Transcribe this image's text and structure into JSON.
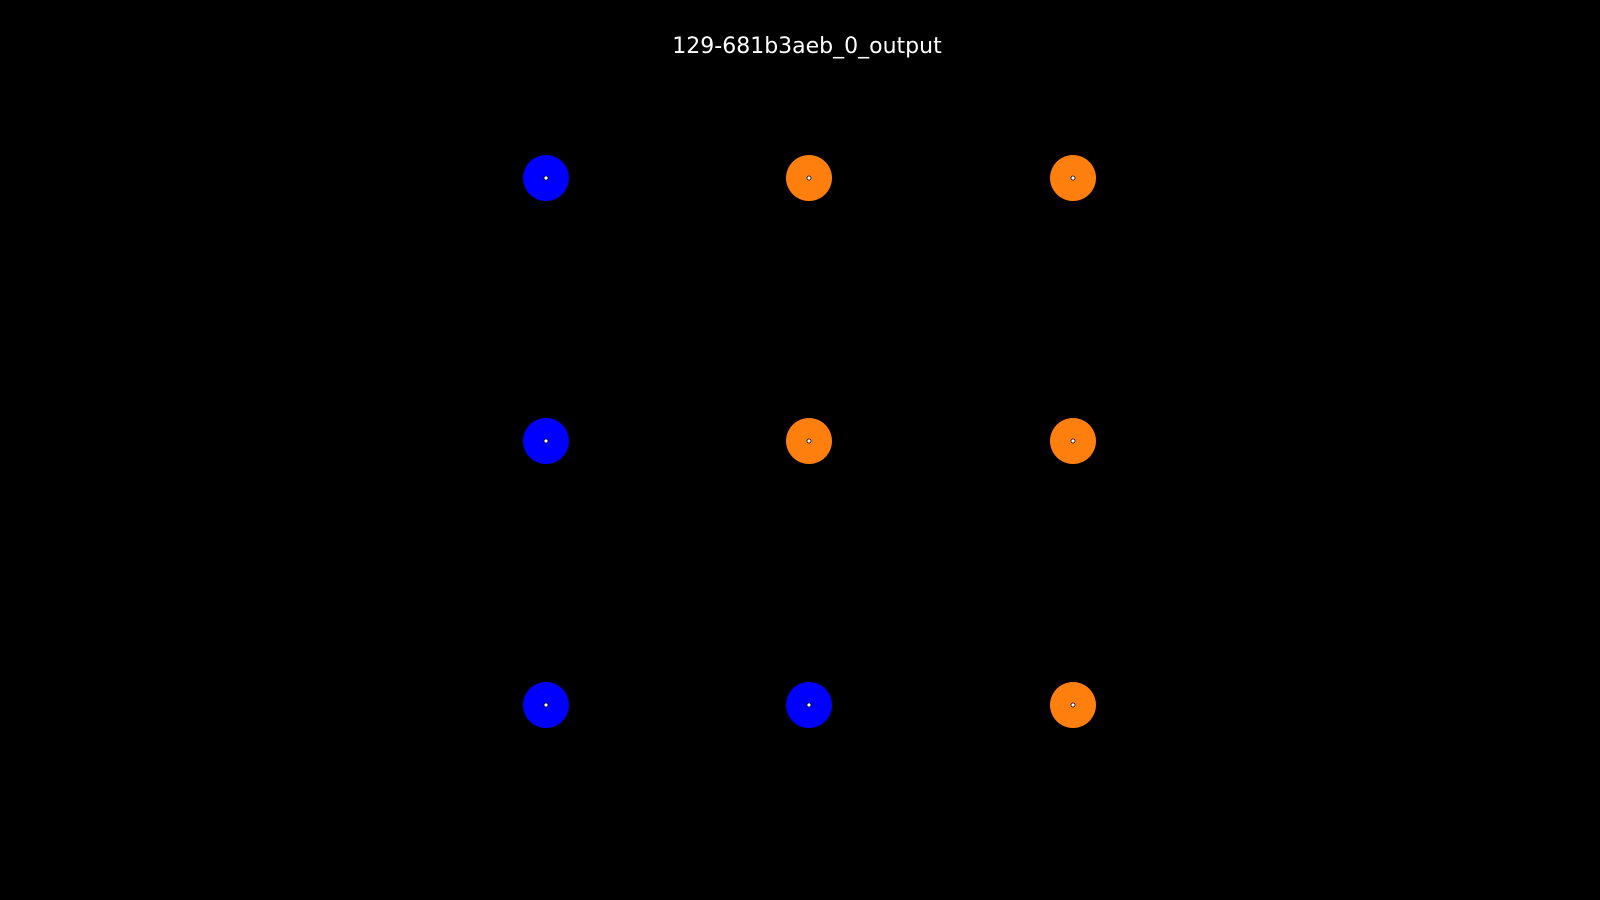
{
  "title": "129-681b3aeb_0_output",
  "colors": {
    "background": "#000000",
    "blue": "#0000ff",
    "orange": "#ff7f0e",
    "center_dot": "#ffffff",
    "center_dot_stroke": "#000000",
    "title_text": "#ffffff"
  },
  "grid": {
    "rows": 3,
    "cols": 3,
    "cells": [
      [
        "blue",
        "orange",
        "orange"
      ],
      [
        "blue",
        "orange",
        "orange"
      ],
      [
        "blue",
        "blue",
        "orange"
      ]
    ]
  }
}
